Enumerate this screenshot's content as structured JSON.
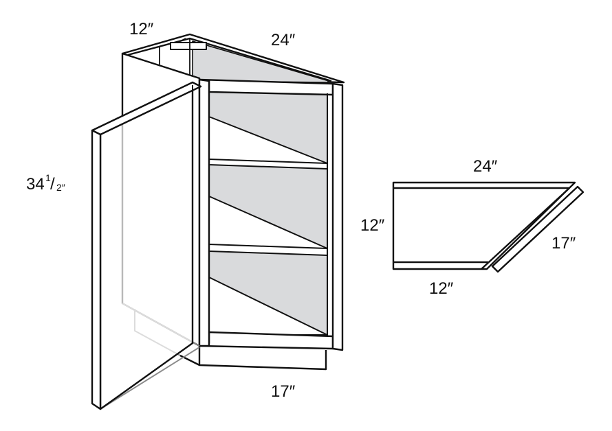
{
  "colors": {
    "line": "#111111",
    "panel_fill": "#d9dadc",
    "hidden_line": "#8a8a8a",
    "background": "#ffffff"
  },
  "cabinet": {
    "dim_top_depth": "12″",
    "dim_top_width": "24″",
    "dim_height_main": "34",
    "dim_height_frac_num": "1",
    "dim_height_frac_slash": "/",
    "dim_height_frac_den": "2″",
    "dim_bottom_angle": "17″"
  },
  "plan_view": {
    "dim_top": "24″",
    "dim_left": "12″",
    "dim_bottom": "12″",
    "dim_angle": "17″"
  }
}
